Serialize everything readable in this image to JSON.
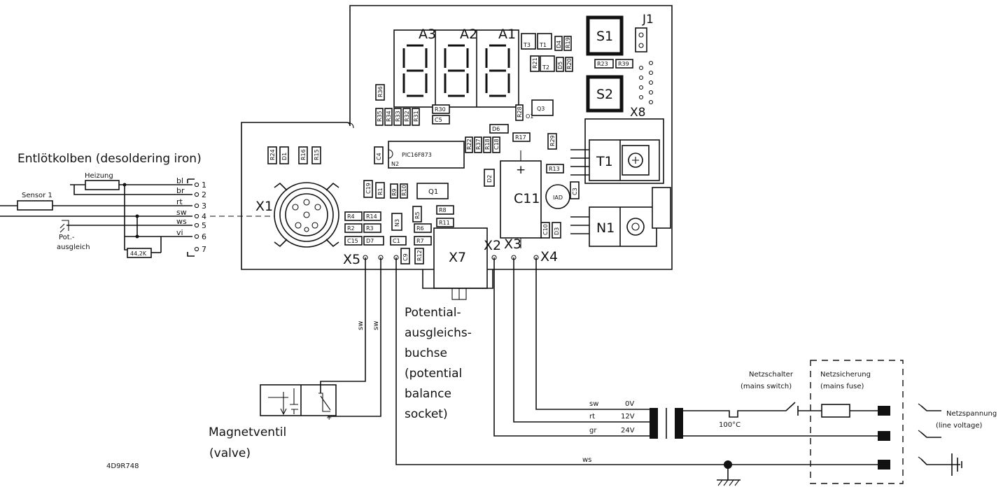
{
  "labels": {
    "iron_title": "Entlötkolben (desoldering iron)",
    "heizung": "Heizung",
    "sensor": "Sensor 1",
    "pot_line1": "Pot.-",
    "pot_line2": "ausgleich",
    "resistor_value": "44,2K",
    "valve_line1": "Magnetventil",
    "valve_line2": "(valve)",
    "doc_code": "4D9R748",
    "socket_lines": [
      "Potential-",
      "ausgleichs-",
      "buchse",
      "(potential",
      "balance",
      "socket)"
    ],
    "switch_line1": "Netzschalter",
    "switch_line2": "(mains switch)",
    "fuse_line1": "Netzsicherung",
    "fuse_line2": "(mains fuse)",
    "mains_line1": "Netzspannung",
    "mains_line2": "(line voltage)",
    "thermal": "100°C"
  },
  "iron_pins": [
    {
      "color": "bl",
      "num": "1"
    },
    {
      "color": "br",
      "num": "2"
    },
    {
      "color": "rt",
      "num": "3"
    },
    {
      "color": "sw",
      "num": "4"
    },
    {
      "color": "ws",
      "num": "5"
    },
    {
      "color": "vi",
      "num": "6"
    },
    {
      "color": "",
      "num": "7"
    }
  ],
  "connectors": {
    "x1": "X1",
    "x2": "X2",
    "x3": "X3",
    "x4": "X4",
    "x5": "X5",
    "x7": "X7",
    "x8": "X8",
    "j1": "J1"
  },
  "displays": {
    "a1": "A1",
    "a2": "A2",
    "a3": "A3"
  },
  "switches": {
    "s1": "S1",
    "s2": "S2"
  },
  "big_parts": {
    "c11": "C11",
    "t1": "T1",
    "n1": "N1",
    "ic": "PIC16F873",
    "ic_ref": "N2",
    "q1": "Q1",
    "q3": "Q3",
    "ver": "IAD"
  },
  "small_parts": [
    "R36",
    "R35",
    "R34",
    "R33",
    "R32",
    "R31",
    "R30",
    "C5",
    "T3",
    "T1",
    "D4",
    "R19",
    "R21",
    "T2",
    "D5",
    "R20",
    "R23",
    "R39",
    "R28",
    "O1",
    "D6",
    "R17",
    "R22",
    "R37",
    "R18",
    "C18",
    "C4",
    "R29",
    "R13",
    "C3",
    "R24",
    "D1",
    "R16",
    "R15",
    "D2",
    "C19",
    "R1",
    "R9",
    "R10",
    "R8",
    "R11",
    "R4",
    "R14",
    "R2",
    "R3",
    "C15",
    "D7",
    "C1",
    "N3",
    "R5",
    "R6",
    "R7",
    "C9",
    "R12",
    "C10",
    "D3"
  ],
  "wire_colors": {
    "sw_valve1": "sw",
    "sw_valve2": "sw",
    "tr_sw": "sw",
    "tr_rt": "rt",
    "tr_gr": "gr",
    "tr_ws": "ws"
  },
  "voltages": {
    "v0": "0V",
    "v12": "12V",
    "v24": "24V"
  }
}
